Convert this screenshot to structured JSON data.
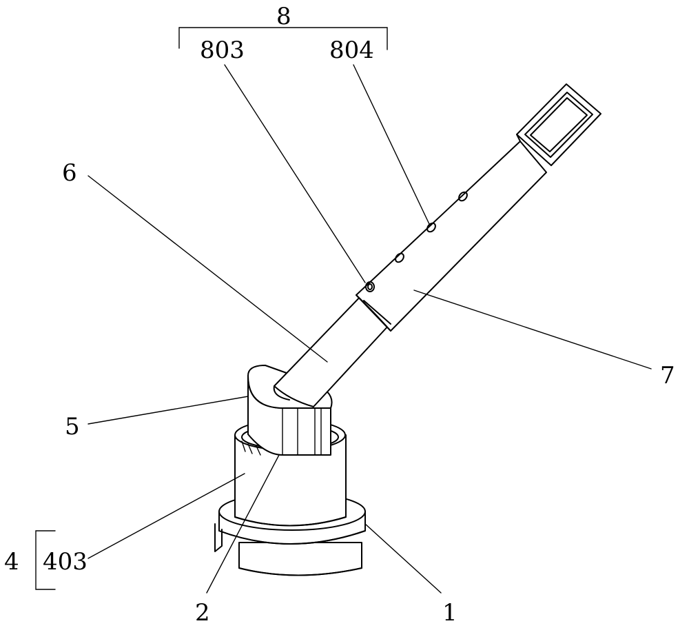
{
  "labels": {
    "group_8": "8",
    "part_803": "803",
    "part_804": "804",
    "part_6": "6",
    "part_7": "7",
    "part_5": "5",
    "group_4": "4",
    "part_403": "403",
    "part_2": "2",
    "part_1": "1"
  }
}
